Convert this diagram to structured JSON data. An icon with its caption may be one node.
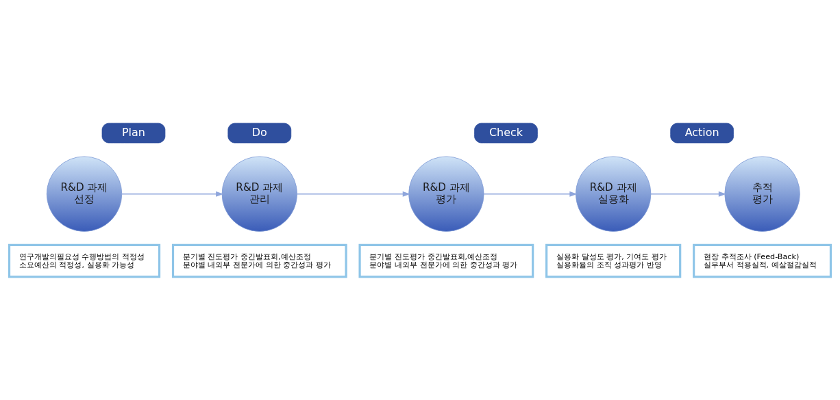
{
  "diagram": {
    "nodes": [
      {
        "text": [
          "Plan"
        ]
      },
      {
        "text": [
          "Do"
        ]
      },
      {
        "text": [
          "Check"
        ]
      },
      {
        "text": [
          "Action"
        ]
      },
      {
        "text": [
          "R&D 과제 선정"
        ]
      },
      {
        "text": [
          "연구개발의필요성 수행방법의 적정성",
          "소요예산의 적정성, 실용화 가능성"
        ]
      },
      {
        "text": [
          "R&D 과제 관리"
        ]
      },
      {
        "text": [
          "분기별 진도평가 중간발표회,예산조정",
          "분야별 내외부 전문가에 의한 중간성과 평가"
        ]
      },
      {
        "text": [
          "R&D 과제 평가"
        ]
      },
      {
        "text": [
          "분기별 진도평가 중간발표회,예산조정",
          "분야별 내외부 전문가에 의한 중간성과 평가"
        ]
      },
      {
        "text": [
          "R&D 과제 실용화"
        ]
      },
      {
        "text": [
          "실용화 달성도 평가, 기여도 평가",
          "실용화율의 조직 성과평가 반영"
        ]
      },
      {
        "text": [
          "추적 평가"
        ]
      },
      {
        "text": [
          "현장 추적조사 (Feed-Back)",
          "실무부서 적용실적, 예살절감실적"
        ]
      }
    ],
    "edges": [
      {
        "from": 4,
        "to": 6,
        "arrow": "to"
      },
      {
        "from": 6,
        "to": 8,
        "arrow": "to"
      },
      {
        "from": 8,
        "to": 10,
        "arrow": "to"
      },
      {
        "from": 10,
        "to": 12,
        "arrow": "to"
      }
    ]
  }
}
